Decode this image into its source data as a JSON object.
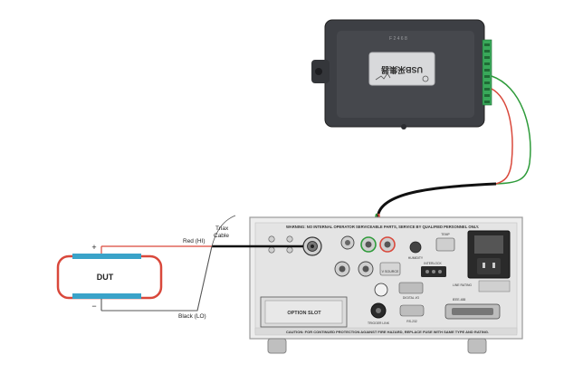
{
  "usb_module": {
    "label": "USB采集器",
    "small_text": "F 2 4 6 8"
  },
  "dut": {
    "label": "DUT",
    "plus": "+",
    "minus": "−"
  },
  "wires": {
    "red": "Red (HI)",
    "black": "Black (LO)",
    "triax_line1": "Triax",
    "triax_line2": "Cable"
  },
  "instrument": {
    "warning": "WARNING: NO INTERNAL OPERATOR SERVICEABLE PARTS, SERVICE BY QUALIFIED PERSONNEL ONLY.",
    "caution": "CAUTION: FOR CONTINUED PROTECTION AGAINST FIRE HAZARD, REPLACE FUSE WITH SAME TYPE AND RATING.",
    "option_slot": "OPTION SLOT",
    "trigger_link": "TRIGGER LINK",
    "rs232": "RS-232",
    "ieee488": "IEEE-488",
    "digital_io": "DIGITAL I/O",
    "interlock": "INTERLOCK",
    "humidity": "HUMIDITY",
    "temp": "TEMP",
    "line_rating": "LINE RATING",
    "v_source": "V SOURCE"
  },
  "colors": {
    "red_wire": "#d9483b",
    "green_wire": "#2e9b3a",
    "black_wire": "#111111",
    "dut_border": "#d9483b",
    "dut_plate": "#3aa3c9",
    "module_body": "#3d3f44"
  }
}
